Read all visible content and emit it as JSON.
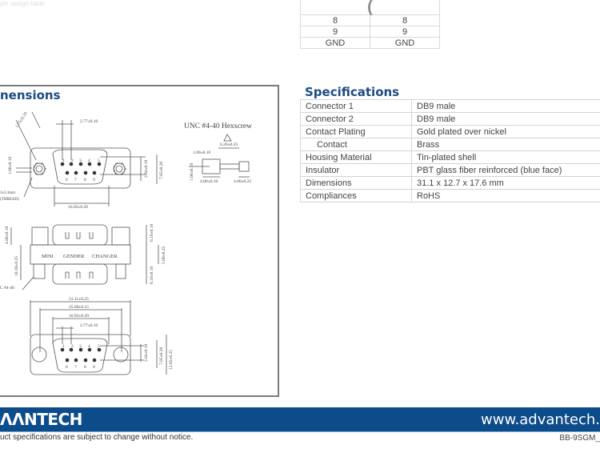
{
  "top_fragment": {
    "text": "pin  assign  table"
  },
  "pin_table": {
    "partial_glyph": "(",
    "rows": [
      {
        "left": "8",
        "right": "8"
      },
      {
        "left": "9",
        "right": "9"
      },
      {
        "left": "GND",
        "right": "GND"
      }
    ]
  },
  "dimensions": {
    "title": "nensions",
    "hexscrew_label": "UNC #4-40 Hexscrew",
    "front_view": {
      "dims": [
        "2.77±0.10",
        "1.75±0.10",
        "1.00±0.10",
        "2.84±0.10",
        "7.85±0.20",
        "16.92±0.20"
      ],
      "thread_label_1": "3x3.3mm",
      "thread_label_2": "(THREAD)",
      "pins_top": [
        "1",
        "2",
        "3",
        "4",
        "5"
      ],
      "pins_bottom": [
        "6",
        "7",
        "8",
        "9"
      ]
    },
    "hexscrew_view": {
      "dims": [
        "6.20±0.25",
        "1.00±0.10",
        "1.00±0.10",
        "4.80±0.10",
        "4.00±0.25"
      ]
    },
    "side_view": {
      "label_words": [
        "MINI",
        "GENDER",
        "CHANGER"
      ],
      "dims": [
        "4.80±0.10",
        "10.20±0.25",
        "6.10±0.10",
        "5.00±0.25",
        "6.10±0.10"
      ],
      "unc_label": "C #4-40"
    },
    "bottom_view": {
      "dims": [
        "31.11±0.25",
        "25.00±0.15",
        "16.92±0.20",
        "2.77±0.10",
        "2.84±0.10",
        "7.85±0.20",
        "12.65±0.25"
      ],
      "pins_top": [
        "1",
        "2",
        "3",
        "4",
        "5"
      ],
      "pins_bottom": [
        "6",
        "7",
        "8",
        "9"
      ]
    }
  },
  "specifications": {
    "title": "Specifications",
    "rows": [
      {
        "key": "Connector 1",
        "value": "DB9 male"
      },
      {
        "key": "Connector 2",
        "value": "DB9 male"
      },
      {
        "key": "Contact Plating",
        "value": "Gold plated over nickel"
      },
      {
        "key": "Contact",
        "value": "Brass"
      },
      {
        "key": "Housing Material",
        "value": "Tin-plated shell"
      },
      {
        "key": "Insulator",
        "value": "PBT glass fiber reinforced (blue face)"
      },
      {
        "key": "Dimensions",
        "value": "31.1 x 12.7 x 17.6 mm"
      },
      {
        "key": "Compliances",
        "value": "RoHS"
      }
    ]
  },
  "footer": {
    "brand": "ΛΛNTECH",
    "url": "www.advantech.",
    "disclaimer": "uct specifications are subject to change without notice.",
    "doc_id": "BB-9SGM_",
    "bar_color": "#0d4c8b"
  }
}
